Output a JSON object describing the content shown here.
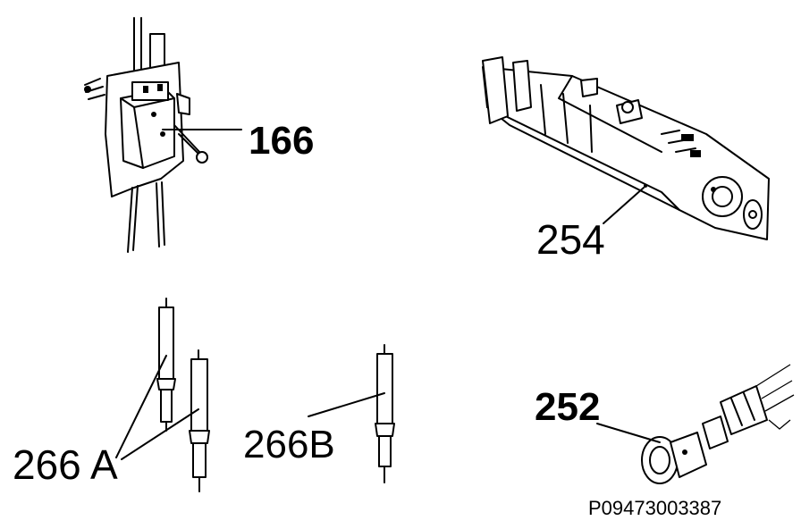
{
  "labels": {
    "part_166": "166",
    "part_254": "254",
    "part_252": "252",
    "part_266a": "266 A",
    "part_266b": "266B"
  },
  "figure_id": "P09473003387"
}
